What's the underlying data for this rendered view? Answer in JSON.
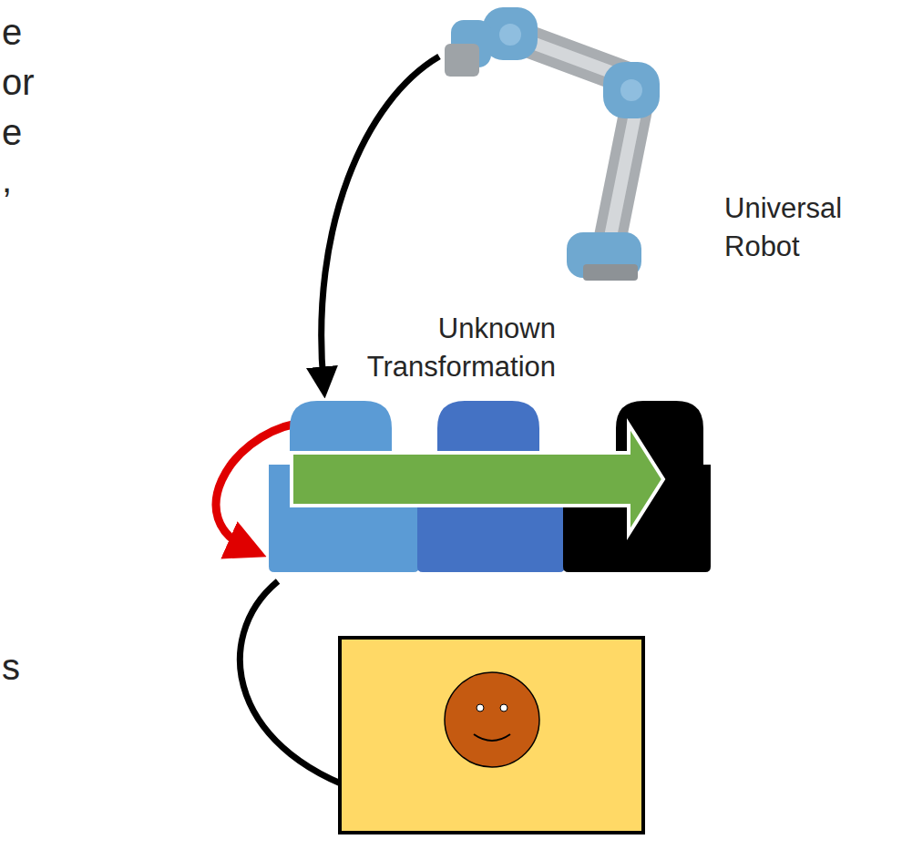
{
  "diagram": {
    "labels": [
      "e",
      "or",
      "e",
      ",",
      "Universal Robot",
      "Unknown Transformation",
      "s"
    ]
  }
}
